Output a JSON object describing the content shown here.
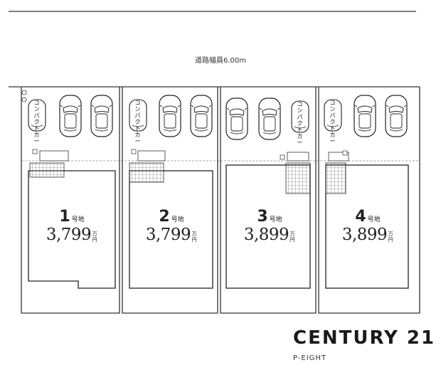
{
  "road": {
    "label": "道路幅員6.00m"
  },
  "lots": [
    {
      "number": "1",
      "suffix": "号地",
      "price": "3,799",
      "unit": "万円",
      "compact_label": "コンパクトカー"
    },
    {
      "number": "2",
      "suffix": "号地",
      "price": "3,799",
      "unit": "万円",
      "compact_label": "コンパクトカー"
    },
    {
      "number": "3",
      "suffix": "号地",
      "price": "3,899",
      "unit": "万円",
      "compact_label": "コンパクトカー"
    },
    {
      "number": "4",
      "suffix": "号地",
      "price": "3,899",
      "unit": "万円",
      "compact_label": "コンパクトカー"
    }
  ],
  "brand": {
    "name": "CENTURY 21",
    "office": "P-EIGHT"
  },
  "colors": {
    "line": "#333333",
    "hatch": "#555555",
    "background": "#ffffff"
  }
}
